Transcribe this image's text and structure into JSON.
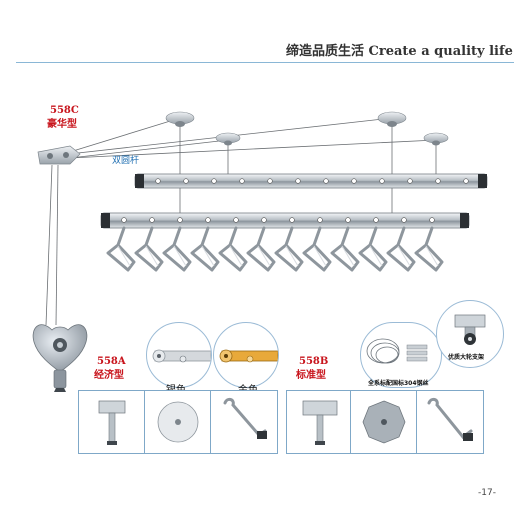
{
  "header": {
    "title": "缔造品质生活 Create a quality life"
  },
  "labels": {
    "model_558c": "558C",
    "model_558c_name": "豪华型",
    "twin_rod": "双圆杆",
    "model_558a": "558A",
    "model_558a_name": "经济型",
    "silver": "银色",
    "gold": "金色",
    "model_558b": "558B",
    "model_558b_name": "标准型",
    "steel_cable": "全系标配国标304钢丝",
    "wheel_bracket": "优质大轮支架"
  },
  "footer": {
    "page_number": "-17-"
  },
  "colors": {
    "accent_red": "#c8141c",
    "accent_blue": "#1f6fb2",
    "rule_line": "#8ab7d6",
    "gold_profile": "#e8a93a"
  }
}
